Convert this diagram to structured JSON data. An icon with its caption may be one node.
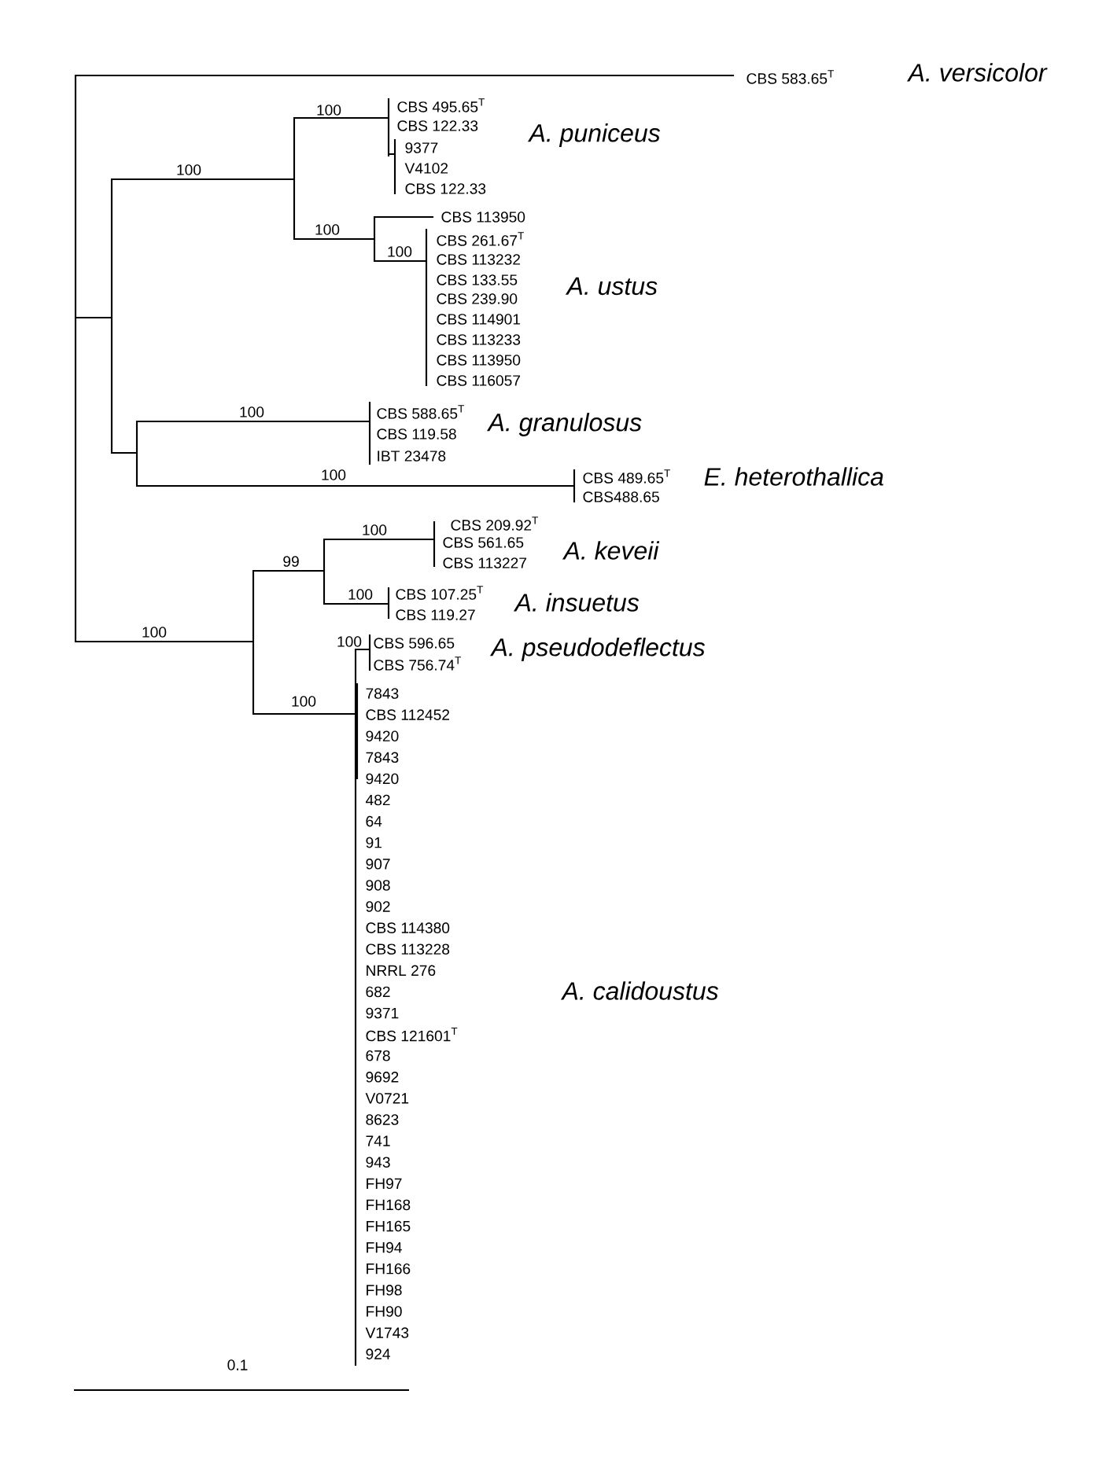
{
  "diagram": {
    "labels": [
      "CBS 583.65$^{T}$",
      "A. versicolor",
      "100",
      "100",
      "CBS 495.65$^{T}$",
      "CBS 122.33",
      "A. puniceus",
      "9377",
      "V4102",
      "CBS 122.33",
      "100",
      "CBS 113950",
      "100",
      "CBS 261.67$^{T}$",
      "CBS 113232",
      "CBS 133.55",
      "A. ustus",
      "CBS 239.90",
      "CBS 114901",
      "CBS 113233",
      "CBS 113950",
      "CBS 116057",
      "100",
      "CBS 588.65$^{T}$",
      "A. granulosus",
      "CBS 119.58",
      "IBT 23478",
      "100",
      "CBS 489.65$^{T}$",
      "E. heterothallica",
      "CBS488.65",
      "100",
      "CBS 209.92$^{T}$",
      "CBS 561.65",
      "99",
      "CBS 113227",
      "A. keveii",
      "100",
      "CBS 107.25$^{T}$",
      "A. insuetus",
      "CBS 119.27",
      "100",
      "100",
      "CBS 596.65",
      "A. pseudodeflectus",
      "CBS 756.74$^{T}$",
      "100",
      "7843",
      "CBS 112452",
      "9420",
      "7843",
      "9420",
      "482",
      "64",
      "91",
      "907",
      "908",
      "902",
      "CBS 114380",
      "CBS 113228",
      "NRRL 276",
      "682",
      "9371",
      "CBS 121601$^{T}$",
      "678",
      "9692",
      "V0721",
      "8623",
      "741",
      "943",
      "FH97",
      "FH168",
      "FH165",
      "FH94",
      "FH166",
      "FH98",
      "FH90",
      "V1743",
      "924",
      "A. calidoustus",
      "0.1"
    ]
  }
}
